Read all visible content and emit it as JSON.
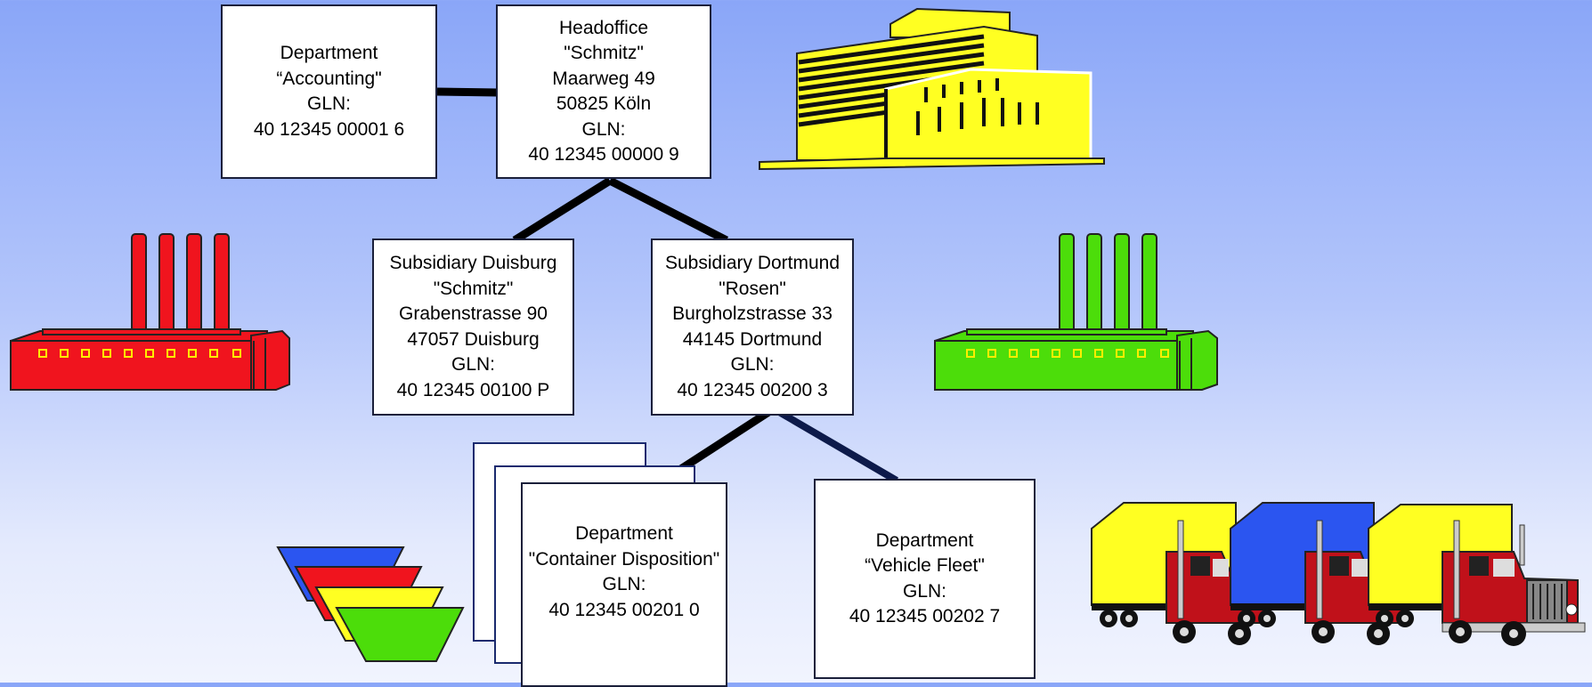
{
  "headoffice": {
    "lines": [
      "Headoffice",
      "\"Schmitz\"",
      "Maarweg 49",
      "50825 Köln",
      "GLN:",
      "40 12345 00000 9"
    ]
  },
  "dept_accounting": {
    "lines": [
      "Department",
      "“Accounting\"",
      "GLN:",
      "40 12345 00001 6"
    ]
  },
  "sub_duisburg": {
    "lines": [
      "Subsidiary Duisburg",
      "\"Schmitz\"",
      "Grabenstrasse  90",
      "47057 Duisburg",
      "GLN:",
      "40 12345 00100 P"
    ]
  },
  "sub_dortmund": {
    "lines": [
      "Subsidiary Dortmund",
      "\"Rosen\"",
      "Burgholzstrasse 33",
      "44145 Dortmund",
      "GLN:",
      "40 12345 00200 3"
    ]
  },
  "dept_container": {
    "lines": [
      "Department",
      "\"Container Disposition\"",
      "GLN:",
      "40 12345 00201 0"
    ]
  },
  "dept_fleet": {
    "lines": [
      "Department",
      "“Vehicle Fleet\"",
      "GLN:",
      "40 12345 00202 7"
    ]
  },
  "icons": {
    "office_building": "office-building-icon",
    "factory_left": "red-factory-icon",
    "factory_right": "green-factory-icon",
    "containers": "container-stack-icon",
    "trucks": "truck-fleet-icon"
  },
  "colors": {
    "bg_top": "#8aa6f8",
    "bg_bottom": "#f1f4fe",
    "factory_red": "#f0141e",
    "factory_green": "#4cdd0a",
    "building_yellow": "#ffff22",
    "container_blue": "#2b55f0",
    "container_red": "#f0141e",
    "container_yellow": "#ffff22",
    "container_green": "#4cdd0a"
  }
}
